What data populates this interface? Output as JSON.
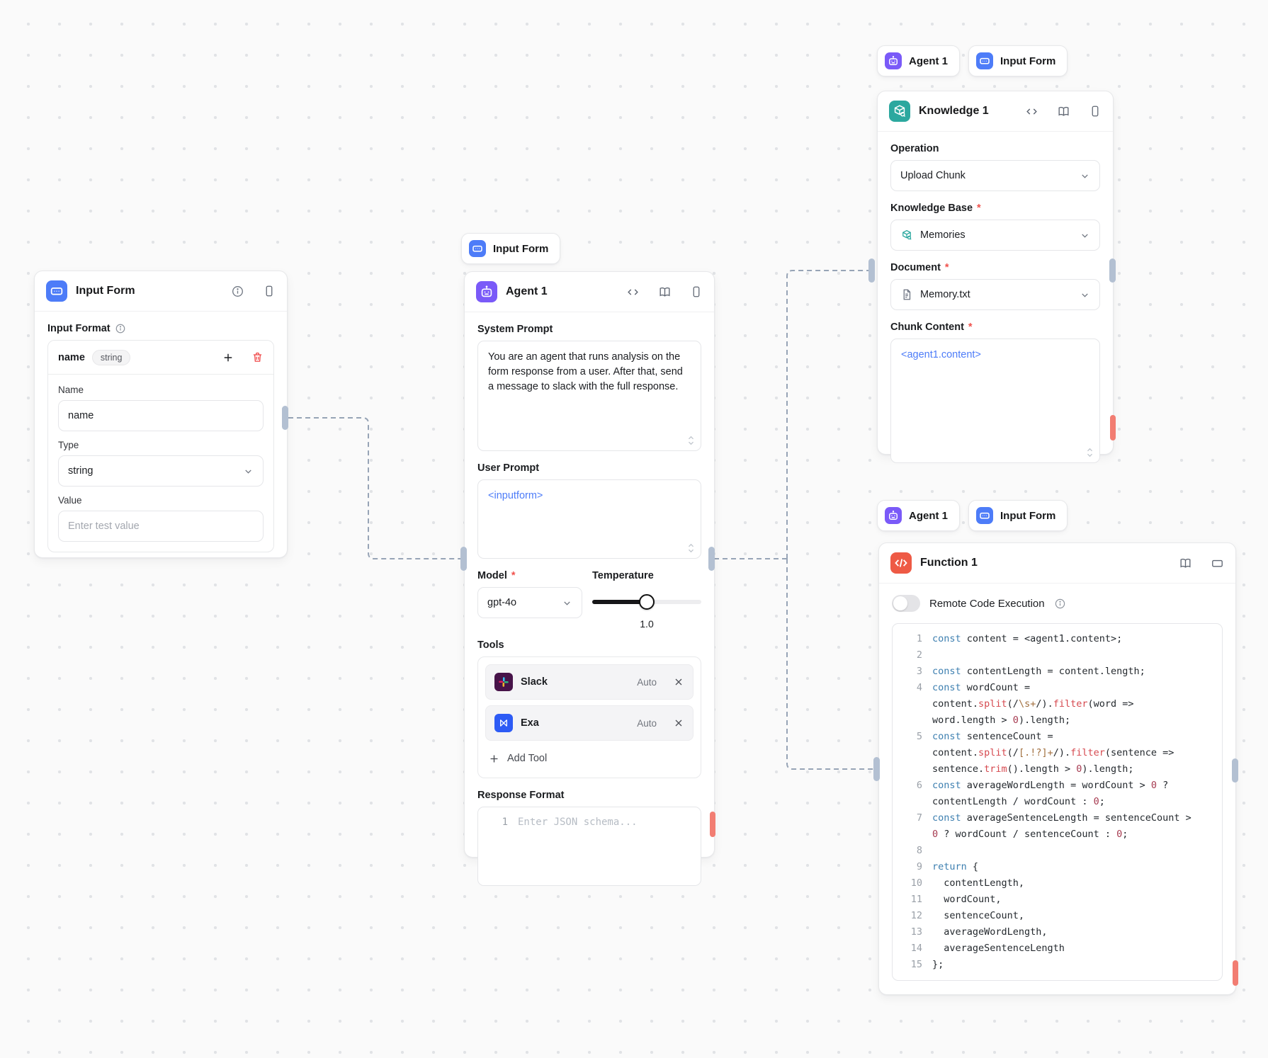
{
  "colors": {
    "agent_accent": "#7a5af8",
    "input_form_accent": "#4d7cf8",
    "knowledge_accent": "#2ca89f",
    "function_accent": "#ee5a45",
    "slack_bg": "#471349",
    "exa_bg": "#2d5bf5",
    "wire": "#97a4b6",
    "token_blue": "#4d7cf8"
  },
  "required_marker": "*",
  "chips": {
    "above_agent": [
      {
        "icon": "input-form",
        "label": "Input Form",
        "color": "#4d7cf8"
      }
    ],
    "above_knowledge": [
      {
        "icon": "agent",
        "label": "Agent 1",
        "color": "#7a5af8"
      },
      {
        "icon": "input-form",
        "label": "Input Form",
        "color": "#4d7cf8"
      }
    ],
    "above_function": [
      {
        "icon": "agent",
        "label": "Agent 1",
        "color": "#7a5af8"
      },
      {
        "icon": "input-form",
        "label": "Input Form",
        "color": "#4d7cf8"
      }
    ]
  },
  "input_form_node": {
    "title": "Input Form",
    "section_label": "Input Format",
    "row_name": "name",
    "row_type_badge": "string",
    "name_label": "Name",
    "name_value": "name",
    "type_label": "Type",
    "type_value": "string",
    "value_label": "Value",
    "value_placeholder": "Enter test value"
  },
  "agent_node": {
    "title": "Agent 1",
    "system_prompt_label": "System Prompt",
    "system_prompt": "You are an agent that runs analysis on the form response from a user. After that, send a message to slack with the full response.",
    "user_prompt_label": "User Prompt",
    "user_prompt": "<inputform>",
    "model_label": "Model",
    "model_value": "gpt-4o",
    "temperature_label": "Temperature",
    "temperature_value": "1.0",
    "temperature_percent": 50,
    "tools_label": "Tools",
    "tools": [
      {
        "icon": "slack",
        "name": "Slack",
        "mode": "Auto"
      },
      {
        "icon": "exa",
        "name": "Exa",
        "mode": "Auto"
      }
    ],
    "add_tool_label": "Add Tool",
    "response_format_label": "Response Format",
    "response_format_gutter": "1",
    "response_format_placeholder": "Enter JSON schema..."
  },
  "knowledge_node": {
    "title": "Knowledge 1",
    "operation_label": "Operation",
    "operation_value": "Upload Chunk",
    "kb_label": "Knowledge Base",
    "kb_value": "Memories",
    "document_label": "Document",
    "document_value": "Memory.txt",
    "chunk_label": "Chunk Content",
    "chunk_value": "<agent1.content>"
  },
  "function_node": {
    "title": "Function 1",
    "toggle_label": "Remote Code Execution",
    "code_rows": [
      {
        "n": "1",
        "s": [
          [
            "k",
            "const"
          ],
          [
            "d",
            " content = <agent1.content>;"
          ]
        ]
      },
      {
        "n": "2",
        "s": []
      },
      {
        "n": "3",
        "s": [
          [
            "k",
            "const"
          ],
          [
            "d",
            " contentLength = content.length;"
          ]
        ]
      },
      {
        "n": "4",
        "s": [
          [
            "k",
            "const"
          ],
          [
            "d",
            " wordCount ="
          ]
        ]
      },
      {
        "n": "",
        "s": [
          [
            "d",
            "content."
          ],
          [
            "f",
            "split"
          ],
          [
            "d",
            "(/"
          ],
          [
            "r",
            "\\s+"
          ],
          [
            "d",
            "/)."
          ],
          [
            "f",
            "filter"
          ],
          [
            "d",
            "(word =>"
          ]
        ]
      },
      {
        "n": "",
        "s": [
          [
            "d",
            "word.length > "
          ],
          [
            "m",
            "0"
          ],
          [
            "d",
            ").length;"
          ]
        ]
      },
      {
        "n": "5",
        "s": [
          [
            "k",
            "const"
          ],
          [
            "d",
            " sentenceCount ="
          ]
        ]
      },
      {
        "n": "",
        "s": [
          [
            "d",
            "content."
          ],
          [
            "f",
            "split"
          ],
          [
            "d",
            "(/"
          ],
          [
            "r",
            "[.!?]+"
          ],
          [
            "d",
            "/)."
          ],
          [
            "f",
            "filter"
          ],
          [
            "d",
            "(sentence =>"
          ]
        ]
      },
      {
        "n": "",
        "s": [
          [
            "d",
            "sentence."
          ],
          [
            "f",
            "trim"
          ],
          [
            "d",
            "().length > "
          ],
          [
            "m",
            "0"
          ],
          [
            "d",
            ").length;"
          ]
        ]
      },
      {
        "n": "6",
        "s": [
          [
            "k",
            "const"
          ],
          [
            "d",
            " averageWordLength = wordCount > "
          ],
          [
            "m",
            "0"
          ],
          [
            "d",
            " ?"
          ]
        ]
      },
      {
        "n": "",
        "s": [
          [
            "d",
            "contentLength / wordCount : "
          ],
          [
            "m",
            "0"
          ],
          [
            "d",
            ";"
          ]
        ]
      },
      {
        "n": "7",
        "s": [
          [
            "k",
            "const"
          ],
          [
            "d",
            " averageSentenceLength = sentenceCount >"
          ]
        ]
      },
      {
        "n": "",
        "s": [
          [
            "m",
            "0"
          ],
          [
            "d",
            " ? wordCount / sentenceCount : "
          ],
          [
            "m",
            "0"
          ],
          [
            "d",
            ";"
          ]
        ]
      },
      {
        "n": "8",
        "s": []
      },
      {
        "n": "9",
        "s": [
          [
            "k",
            "return"
          ],
          [
            "d",
            " {"
          ]
        ]
      },
      {
        "n": "10",
        "s": [
          [
            "d",
            "  contentLength,"
          ]
        ]
      },
      {
        "n": "11",
        "s": [
          [
            "d",
            "  wordCount,"
          ]
        ]
      },
      {
        "n": "12",
        "s": [
          [
            "d",
            "  sentenceCount,"
          ]
        ]
      },
      {
        "n": "13",
        "s": [
          [
            "d",
            "  averageWordLength,"
          ]
        ]
      },
      {
        "n": "14",
        "s": [
          [
            "d",
            "  averageSentenceLength"
          ]
        ]
      },
      {
        "n": "15",
        "s": [
          [
            "d",
            "};"
          ]
        ]
      }
    ]
  }
}
